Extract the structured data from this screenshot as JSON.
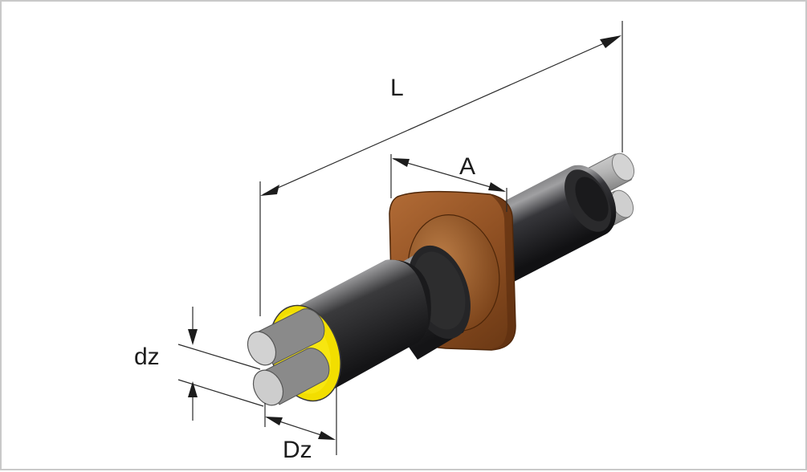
{
  "labels": {
    "length": "L",
    "anchor": "A",
    "inner_diameter": "dz",
    "outer_diameter": "Dz"
  },
  "colors": {
    "jacket_dark": "#1f1f21",
    "jacket_light": "#8a8a8c",
    "insulation": "#f5e400",
    "flange": "#8b4a1f",
    "flange_light": "#b9713a",
    "steel": "#c8c8c8",
    "frame": "#c9c9c9"
  }
}
